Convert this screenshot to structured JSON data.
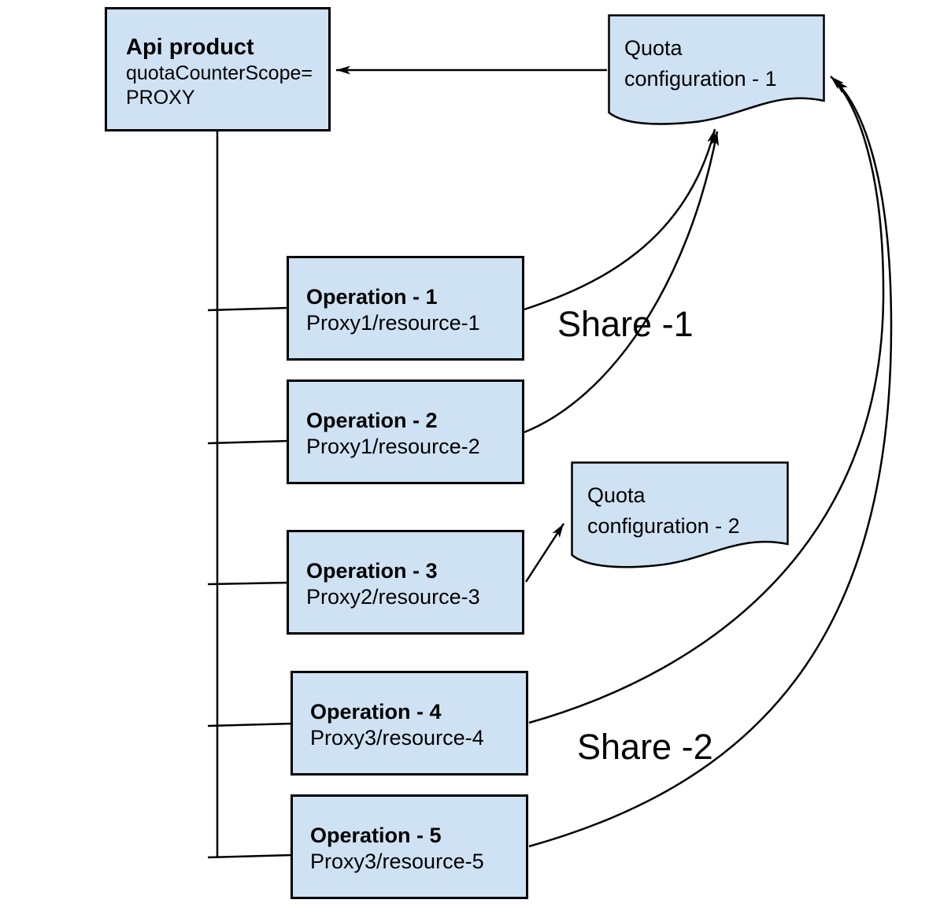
{
  "diagram": {
    "api_product": {
      "title": "Api product",
      "scope_line1": "quotaCounterScope=",
      "scope_line2": "PROXY"
    },
    "quota_config_1": {
      "line1": "Quota",
      "line2": "configuration - 1"
    },
    "quota_config_2": {
      "line1": "Quota",
      "line2": "configuration - 2"
    },
    "operations": [
      {
        "title": "Operation - 1",
        "path": "Proxy1/resource-1"
      },
      {
        "title": "Operation - 2",
        "path": "Proxy1/resource-2"
      },
      {
        "title": "Operation - 3",
        "path": "Proxy2/resource-3"
      },
      {
        "title": "Operation - 4",
        "path": "Proxy3/resource-4"
      },
      {
        "title": "Operation - 5",
        "path": "Proxy3/resource-5"
      }
    ],
    "labels": {
      "share_1": "Share -1",
      "share_2": "Share -2"
    },
    "colors": {
      "node_fill": "#cfe2f3",
      "node_border": "#000000",
      "connector": "#000000",
      "background": "#ffffff"
    }
  }
}
